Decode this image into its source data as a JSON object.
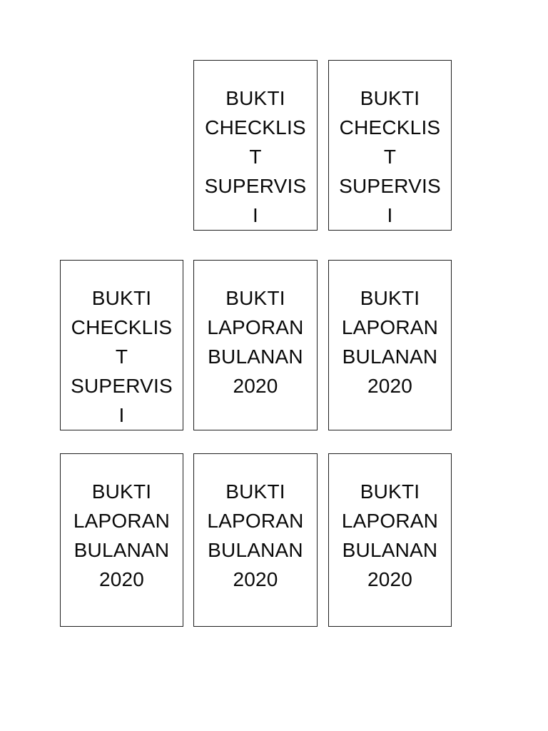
{
  "page": {
    "background_color": "#ffffff",
    "box_border_color": "#1f1f1f",
    "text_color": "#0a0a0a"
  },
  "boxes": [
    {
      "label": "BUKTI CHECKLIST SUPERVISI",
      "text": "BUKTI\nCHECKLIS\nT\nSUPERVIS\nI"
    },
    {
      "label": "BUKTI CHECKLIST SUPERVISI",
      "text": "BUKTI\nCHECKLIS\nT\nSUPERVIS\nI"
    },
    {
      "label": "BUKTI CHECKLIST SUPERVISI",
      "text": "BUKTI\nCHECKLIS\nT\nSUPERVIS\nI"
    },
    {
      "label": "BUKTI LAPORAN BULANAN 2020",
      "text": "BUKTI\nLAPORAN\nBULANAN\n2020"
    },
    {
      "label": "BUKTI LAPORAN BULANAN 2020",
      "text": "BUKTI\nLAPORAN\nBULANAN\n2020"
    },
    {
      "label": "BUKTI LAPORAN BULANAN 2020",
      "text": "BUKTI\nLAPORAN\nBULANAN\n2020"
    },
    {
      "label": "BUKTI LAPORAN BULANAN 2020",
      "text": "BUKTI\nLAPORAN\nBULANAN\n2020"
    },
    {
      "label": "BUKTI LAPORAN BULANAN 2020",
      "text": "BUKTI\nLAPORAN\nBULANAN\n2020"
    }
  ]
}
